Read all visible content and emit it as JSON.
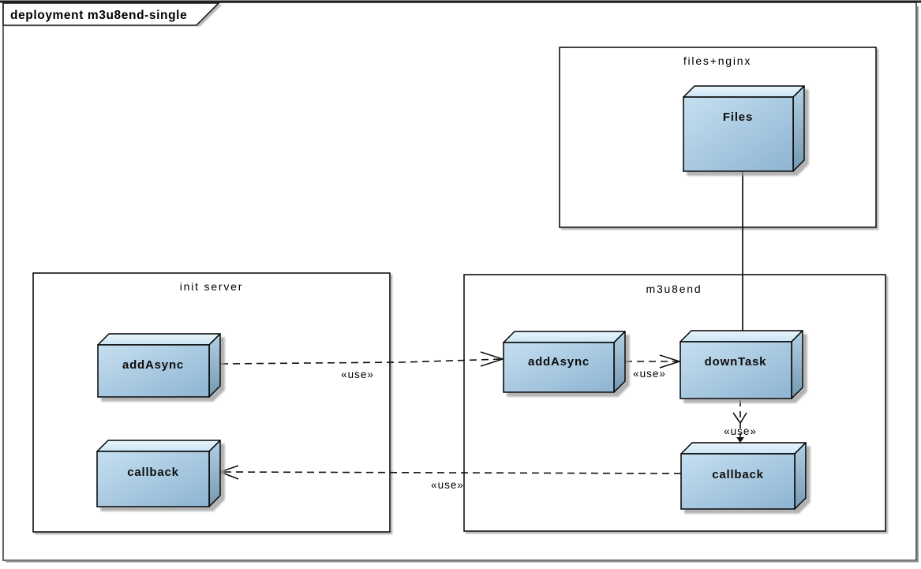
{
  "frame": {
    "title": "deployment m3u8end-single",
    "kind": "deployment"
  },
  "packages": [
    {
      "id": "files-nginx",
      "label": "files+nginx"
    },
    {
      "id": "init-server",
      "label": "init server"
    },
    {
      "id": "m3u8end",
      "label": "m3u8end"
    }
  ],
  "nodes": [
    {
      "id": "files",
      "package": "files-nginx",
      "label": "Files"
    },
    {
      "id": "init-addasync",
      "package": "init-server",
      "label": "addAsync"
    },
    {
      "id": "init-callback",
      "package": "init-server",
      "label": "callback"
    },
    {
      "id": "m3u8end-addasync",
      "package": "m3u8end",
      "label": "addAsync"
    },
    {
      "id": "m3u8end-downtask",
      "package": "m3u8end",
      "label": "downTask"
    },
    {
      "id": "m3u8end-callback",
      "package": "m3u8end",
      "label": "callback"
    }
  ],
  "edges": [
    {
      "id": "use-init-addasync-to-m3u8end-addasync",
      "from": "init-addasync",
      "to": "m3u8end-addasync",
      "label": "«use»",
      "line": "dashed",
      "arrow": "open"
    },
    {
      "id": "use-m3u8end-addasync-to-downtask",
      "from": "m3u8end-addasync",
      "to": "m3u8end-downtask",
      "label": "«use»",
      "line": "dashed",
      "arrow": "open"
    },
    {
      "id": "use-downtask-to-callback",
      "from": "m3u8end-downtask",
      "to": "m3u8end-callback",
      "label": "«use»",
      "line": "dashed",
      "arrow": "open"
    },
    {
      "id": "use-m3u8end-callback-to-init-callback",
      "from": "m3u8end-callback",
      "to": "init-callback",
      "label": "«use»",
      "line": "dashed",
      "arrow": "open"
    },
    {
      "id": "link-files-to-downtask",
      "from": "files",
      "to": "m3u8end-downtask",
      "label": "",
      "line": "solid",
      "arrow": "none"
    }
  ],
  "colors": {
    "node_face_light": "#c6dff0",
    "node_face_dark": "#8db4d2",
    "node_top_light": "#e8f5fc",
    "node_top_dark": "#cbe3f3",
    "node_side_light": "#b3d0e4",
    "node_side_dark": "#7498b2",
    "line": "#000000",
    "background": "#ffffff",
    "shadow": "#999999"
  }
}
